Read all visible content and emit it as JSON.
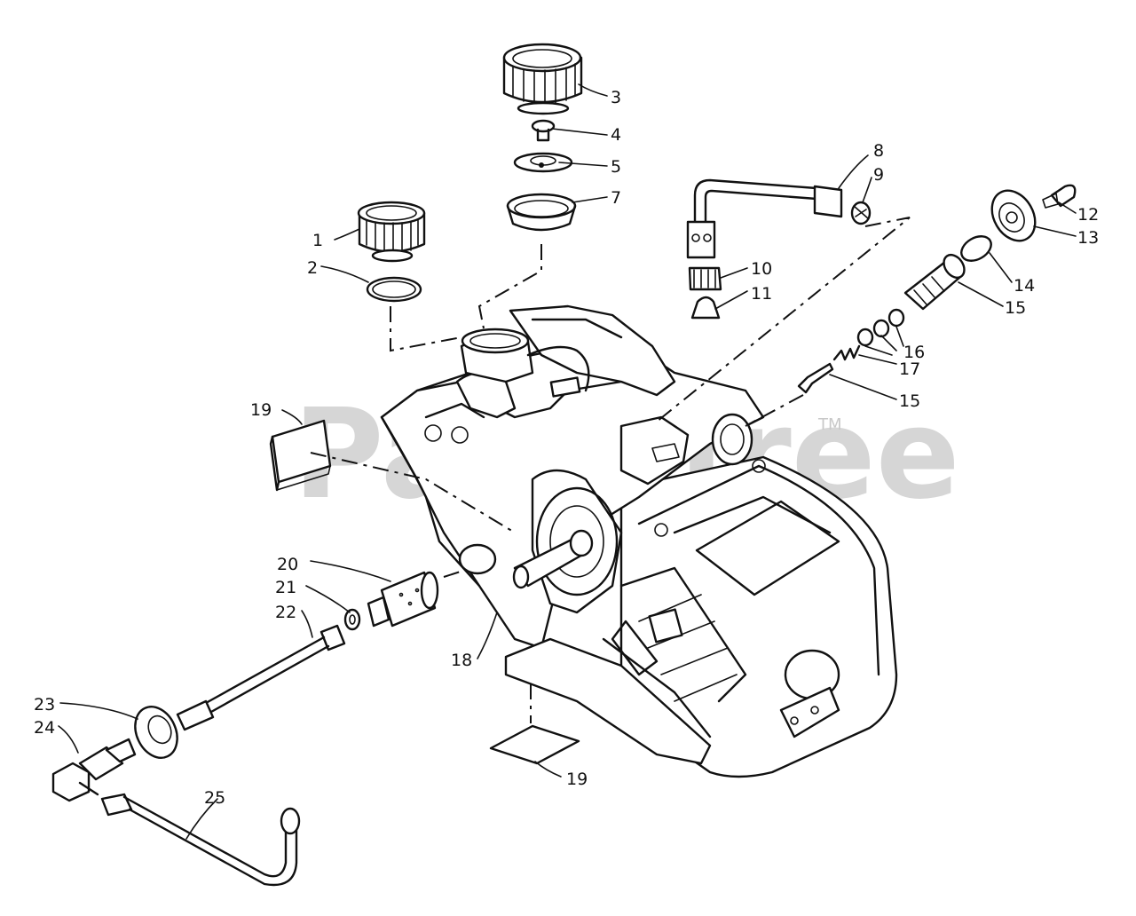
{
  "watermark": {
    "brand": "PartsTree",
    "trademark": "TM"
  },
  "parts": [
    {
      "number": "1",
      "part": "fuel-cap"
    },
    {
      "number": "2",
      "part": "fuel-cap-gasket"
    },
    {
      "number": "3",
      "part": "oil-cap"
    },
    {
      "number": "4",
      "part": "screw"
    },
    {
      "number": "5",
      "part": "vent-disc"
    },
    {
      "number": "7",
      "part": "oil-cap-gasket"
    },
    {
      "number": "8",
      "part": "oil-pickup-line"
    },
    {
      "number": "9",
      "part": "grommet"
    },
    {
      "number": "10",
      "part": "oil-filter"
    },
    {
      "number": "11",
      "part": "filter-weight"
    },
    {
      "number": "12",
      "part": "adjust-screw"
    },
    {
      "number": "13",
      "part": "adjust-knob"
    },
    {
      "number": "14",
      "part": "o-ring"
    },
    {
      "number": "15",
      "part": "oil-pump-plunger"
    },
    {
      "number": "16",
      "part": "o-rings"
    },
    {
      "number": "17",
      "part": "spring"
    },
    {
      "number": "15",
      "part": "plunger-pin"
    },
    {
      "number": "19",
      "part": "pad"
    },
    {
      "number": "20",
      "part": "oil-pump-body"
    },
    {
      "number": "21",
      "part": "washer"
    },
    {
      "number": "22",
      "part": "fitting"
    },
    {
      "number": "18",
      "part": "crankcase-tank"
    },
    {
      "number": "23",
      "part": "grommet-fuel"
    },
    {
      "number": "24",
      "part": "fuel-fitting"
    },
    {
      "number": "25",
      "part": "fuel-line"
    },
    {
      "number": "19",
      "part": "pad-bottom"
    }
  ]
}
